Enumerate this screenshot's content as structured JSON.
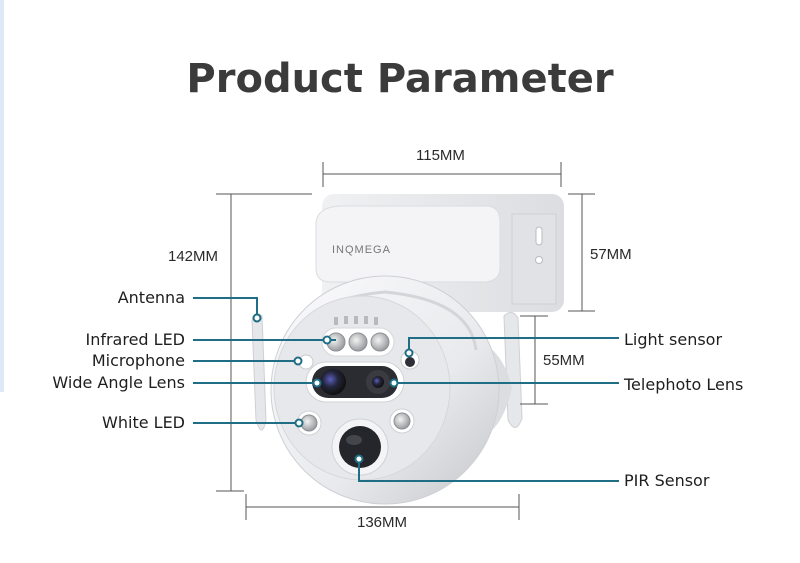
{
  "title": "Product Parameter",
  "brand": "INQMEGA",
  "colors": {
    "callout_line": "#1f6e86",
    "dimension_line": "#555555",
    "title": "#3b3b3b",
    "camera_body": "#eeeff1",
    "camera_shadow": "#c9cbcf",
    "lens_dark": "#2c2d33"
  },
  "dimensions": {
    "width_top": "115MM",
    "height_total": "142MM",
    "mount_height": "57MM",
    "ball_section": "55MM",
    "width_bottom": "136MM"
  },
  "callouts": {
    "left": [
      {
        "label": "Antenna"
      },
      {
        "label": "Infrared LED"
      },
      {
        "label": "Microphone"
      },
      {
        "label": "Wide Angle Lens"
      },
      {
        "label": "White LED"
      }
    ],
    "right": [
      {
        "label": "Light sensor"
      },
      {
        "label": "Telephoto Lens"
      },
      {
        "label": "PIR Sensor"
      }
    ]
  }
}
